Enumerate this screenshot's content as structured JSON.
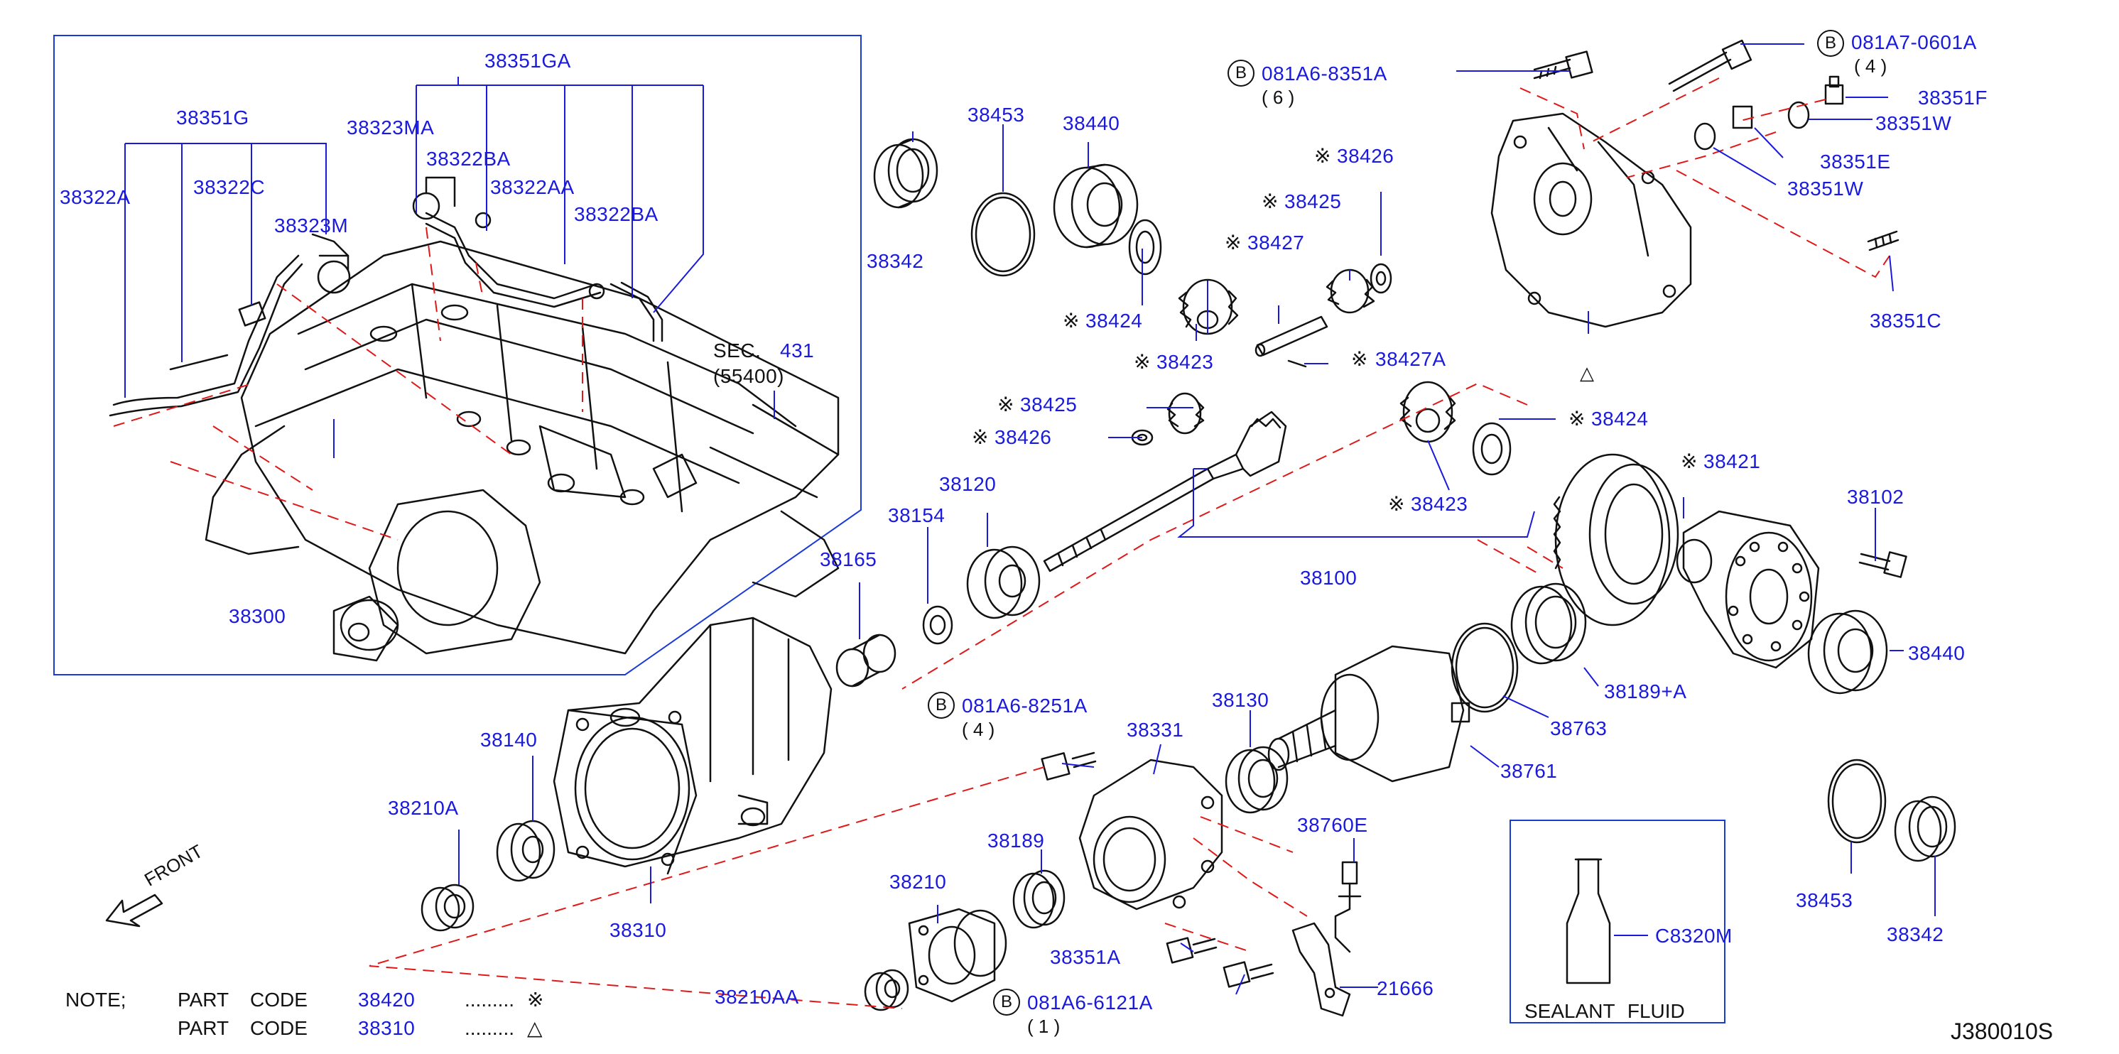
{
  "diagram_id": "J380010S",
  "section": {
    "sec_label": "SEC.",
    "sec_number": "431",
    "sec_sub": "(55400)"
  },
  "front_label": "FRONT",
  "note": {
    "title": "NOTE;",
    "row1": {
      "part": "PART",
      "code": "CODE",
      "number": "38420",
      "dots": ".........",
      "symbol": "※"
    },
    "row2": {
      "part": "PART",
      "code": "CODE",
      "number": "38310",
      "dots": ".........",
      "symbol": "△"
    }
  },
  "sealant": {
    "label": "SEALANT FLUID",
    "part": "C8320M"
  },
  "bolts": [
    {
      "circle": "B",
      "code": "081A7-0601A",
      "qty": "( 4 )"
    },
    {
      "circle": "B",
      "code": "081A6-8351A",
      "qty": "( 6 )"
    },
    {
      "circle": "B",
      "code": "081A6-8251A",
      "qty": "( 4 )"
    },
    {
      "circle": "B",
      "code": "081A6-6121A",
      "qty": "( 1 )"
    }
  ],
  "labels": {
    "p38351GA": "38351GA",
    "p38351G": "38351G",
    "p38323MA": "38323MA",
    "p38322BA_1": "38322BA",
    "p38322A": "38322A",
    "p38322C": "38322C",
    "p38322AA": "38322AA",
    "p38322BA_2": "38322BA",
    "p38323M": "38323M",
    "p38300": "38300",
    "p38453_1": "38453",
    "p38440_1": "38440",
    "p38342_1": "38342",
    "p38426_1": "38426",
    "p38425_1": "38425",
    "p38427": "38427",
    "p38424_1": "38424",
    "p38423_1": "38423",
    "p38427A": "38427A",
    "p38425_2": "38425",
    "p38426_2": "38426",
    "p38424_2": "38424",
    "p38423_2": "38423",
    "p38421": "38421",
    "p38102": "38102",
    "p38120": "38120",
    "p38154": "38154",
    "p38165": "38165",
    "p38100": "38100",
    "p38440_2": "38440",
    "p38189A": "38189+A",
    "p38130": "38130",
    "p38763": "38763",
    "p38761": "38761",
    "p38331": "38331",
    "p38140": "38140",
    "p38210A": "38210A",
    "p38310": "38310",
    "p38189": "38189",
    "p38210": "38210",
    "p38351A": "38351A",
    "p38210AA": "38210AA",
    "p38760E": "38760E",
    "p21666": "21666",
    "p38453_2": "38453",
    "p38342_2": "38342",
    "p38351F": "38351F",
    "p38351W_1": "38351W",
    "p38351E": "38351E",
    "p38351W_2": "38351W",
    "p38351C": "38351C"
  },
  "marks": {
    "star": "※",
    "triangle": "△"
  }
}
